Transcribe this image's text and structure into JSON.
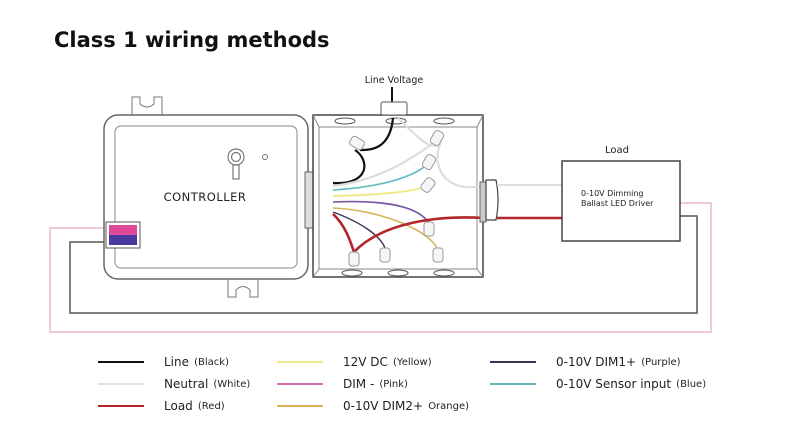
{
  "title": "Class 1 wiring methods",
  "diagram": {
    "controller_label": "CONTROLLER",
    "line_voltage_label": "Line Voltage",
    "load_label": "Load",
    "driver_label_line1": "0-10V Dimming",
    "driver_label_line2": "Ballast LED Driver"
  },
  "colors": {
    "line": "#111111",
    "neutral": "#dcdcdc",
    "load": "#b3262b",
    "dc12v": "#f3e98a",
    "dim_minus": "#d86ca8",
    "dim2_plus": "#d9b25a",
    "dim1_plus": "#3b3456",
    "sensor": "#5fb9be"
  },
  "legend": {
    "col1": [
      {
        "label": "Line",
        "sub": "(Black)",
        "color": "#111111"
      },
      {
        "label": "Neutral",
        "sub": "(White)",
        "color": "#dcdcdc"
      },
      {
        "label": "Load",
        "sub": "(Red)",
        "color": "#b3262b"
      }
    ],
    "col2": [
      {
        "label": "12V DC",
        "sub": "(Yellow)",
        "color": "#f3e98a"
      },
      {
        "label": "DIM -",
        "sub": "(Pink)",
        "color": "#d86ca8"
      },
      {
        "label": "0-10V DIM2+",
        "sub": "Orange)",
        "color": "#d9b25a"
      }
    ],
    "col3": [
      {
        "label": "0-10V DIM1+",
        "sub": "(Purple)",
        "color": "#3b3456"
      },
      {
        "label": "0-10V Sensor input",
        "sub": "(Blue)",
        "color": "#5fb9be"
      }
    ]
  }
}
